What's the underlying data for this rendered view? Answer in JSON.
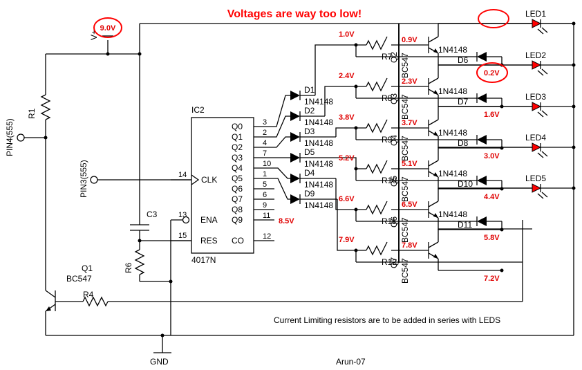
{
  "title": "Voltages are way too low!",
  "ic": {
    "name": "IC2",
    "part": "4017N",
    "left_pins": [
      {
        "num": "14",
        "name": "CLK"
      },
      {
        "num": "13",
        "name": "ENA"
      },
      {
        "num": "15",
        "name": "RES"
      }
    ],
    "right_pins": [
      {
        "num": "3",
        "name": "Q0"
      },
      {
        "num": "2",
        "name": "Q1"
      },
      {
        "num": "4",
        "name": "Q2"
      },
      {
        "num": "7",
        "name": "Q3"
      },
      {
        "num": "10",
        "name": "Q4"
      },
      {
        "num": "1",
        "name": "Q5"
      },
      {
        "num": "5",
        "name": "Q6"
      },
      {
        "num": "6",
        "name": "Q7"
      },
      {
        "num": "9",
        "name": "Q8"
      },
      {
        "num": "11",
        "name": "Q9"
      },
      {
        "num": "12",
        "name": "CO"
      }
    ],
    "q9_voltage": "8.5V"
  },
  "supply": {
    "label": "V+",
    "voltage": "9.0V"
  },
  "left": {
    "pin4": "PIN4(555)",
    "pin3": "PIN3(555)",
    "r1": "R1",
    "c3": "C3",
    "r6": "R6",
    "q1": "Q1",
    "q1_type": "BC547",
    "r4": "R4",
    "gnd": "GND"
  },
  "diodes_in": {
    "names": [
      "D1",
      "D2",
      "D3",
      "D5",
      "D4",
      "D9"
    ],
    "type": "1N4148"
  },
  "stages": [
    {
      "node_v": "1.0V",
      "res": "R7",
      "base_v": "0.9V",
      "q": "Q2",
      "q_type": "BC547",
      "diode": "D6",
      "diode_type": "1N4148",
      "led_v": "0.2V",
      "led": "LED1"
    },
    {
      "node_v": "2.4V",
      "res": "R8",
      "base_v": "2.3V",
      "q": "Q3",
      "q_type": "BC547",
      "diode": "D7",
      "diode_type": "1N4148",
      "led_v": "1.6V",
      "led": "LED2"
    },
    {
      "node_v": "3.8V",
      "res": "R9",
      "base_v": "3.7V",
      "q": "Q4",
      "q_type": "BC547",
      "diode": "D8",
      "diode_type": "1N4148",
      "led_v": "3.0V",
      "led": "LED3"
    },
    {
      "node_v": "5.2V",
      "res": "R10",
      "base_v": "5.1V",
      "q": "Q5",
      "q_type": "BC547",
      "diode": "D10",
      "diode_type": "1N4148",
      "led_v": "4.4V",
      "led": "LED4"
    },
    {
      "node_v": "6.6V",
      "res": "R11",
      "base_v": "6.5V",
      "q": "Q6",
      "q_type": "BC547",
      "diode": "D11",
      "diode_type": "1N4148",
      "led_v": "5.8V",
      "led": "LED5"
    },
    {
      "node_v": "7.9V",
      "res": "R12",
      "base_v": "7.8V",
      "q": "Q7",
      "q_type": "BC547",
      "diode": "",
      "diode_type": "",
      "led_v": "7.2V",
      "led": ""
    }
  ],
  "note": "Current Limiting resistors are to be added in series with LEDS",
  "author": "Arun-07",
  "colors": {
    "wire": "#000000",
    "annotation": "#e00000",
    "led": "#ff0000"
  }
}
